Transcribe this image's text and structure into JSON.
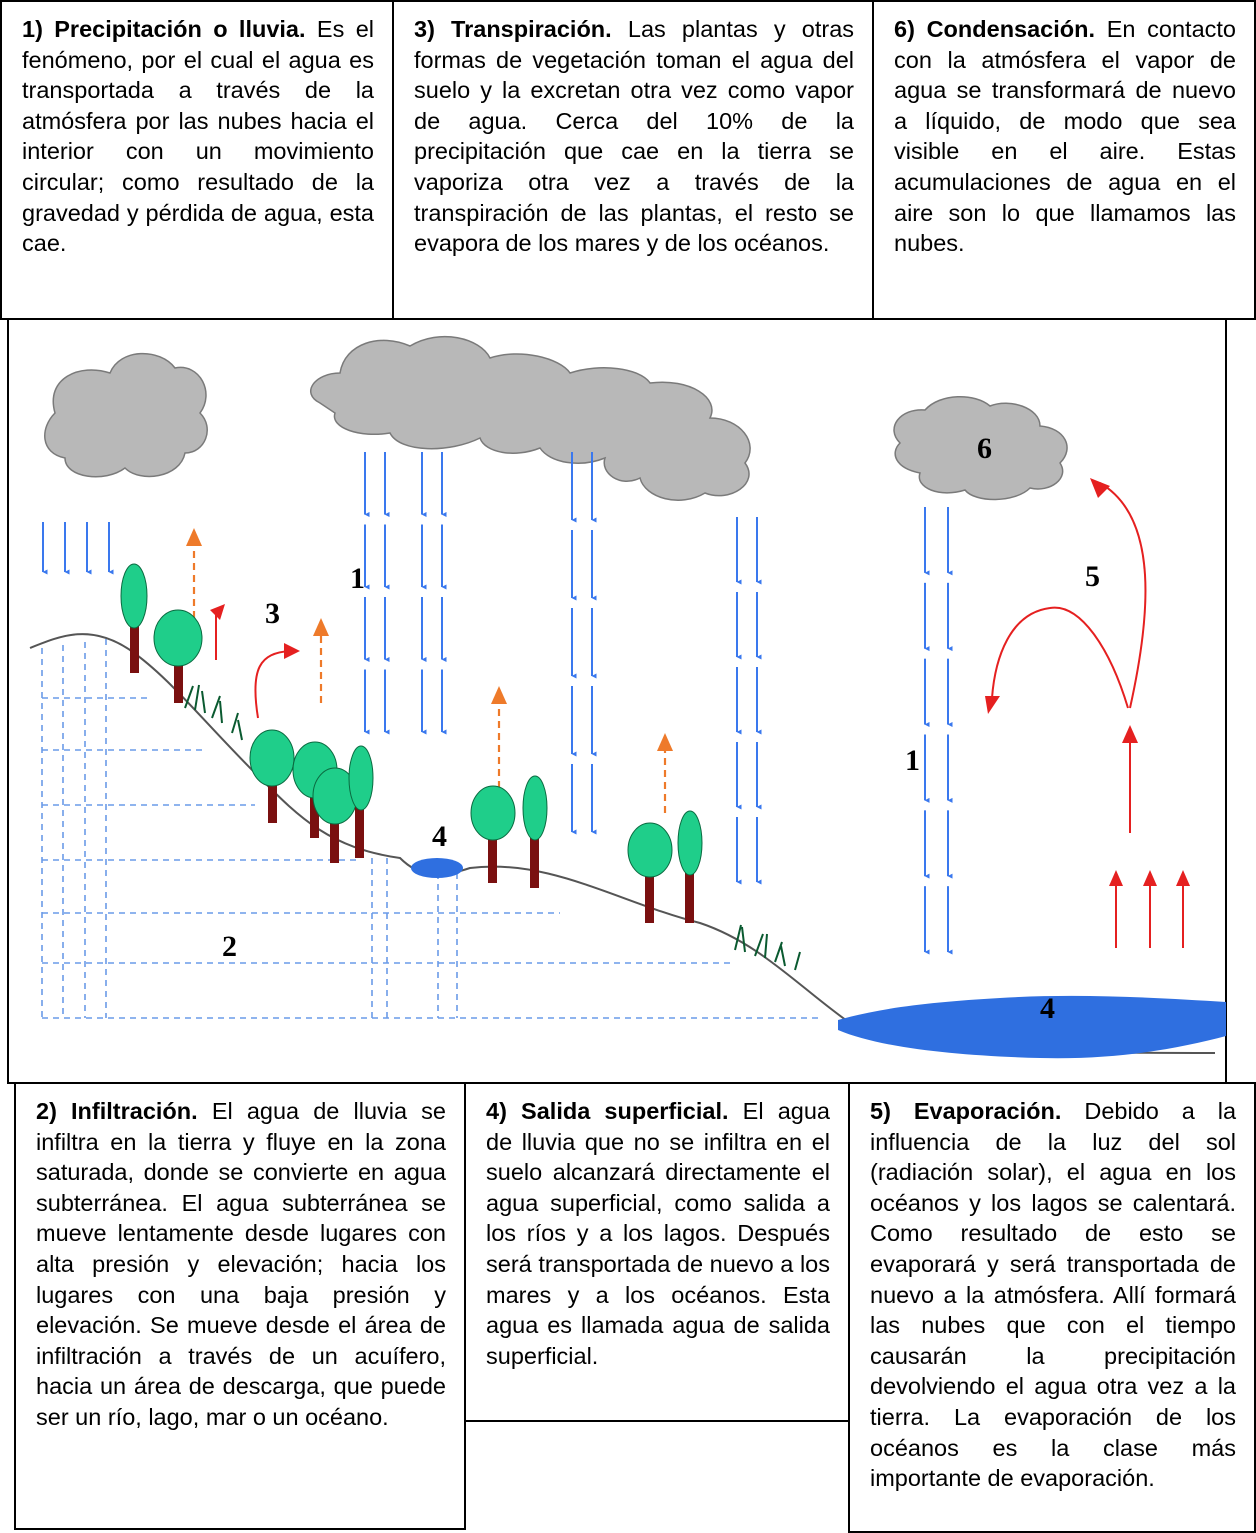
{
  "boxes": {
    "b1": {
      "title": "1) Precipitación o lluvia.",
      "text": "Es el fenómeno, por el cual el agua es transportada a través de la atmósfera por las nubes hacia el interior con un movimiento circular; como resultado de la gravedad y pérdida de agua, esta cae."
    },
    "b3": {
      "title": "3) Transpiración.",
      "text": "Las plantas y otras formas de vegetación toman el agua del suelo y la excretan otra vez como vapor de agua. Cerca del 10% de la precipitación que cae en la tierra se vaporiza otra vez a través de la transpiración de las plantas, el resto se evapora de los mares y de los océanos."
    },
    "b6": {
      "title": "6) Condensación.",
      "text": "En contacto con la atmósfera el vapor de agua se transformará de nuevo a líquido, de modo que sea visible en el aire. Estas acumulaciones de agua en el aire son lo que llamamos las nubes."
    },
    "b2": {
      "title": "2) Infiltración.",
      "text": "El agua de lluvia se infiltra en la tierra y fluye en la zona saturada, donde se convierte en agua subterránea. El agua subterránea se mueve lentamente desde lugares con alta presión y elevación; hacia los lugares con una baja presión y elevación. Se mueve desde el área de infiltración a través de un acuífero, hacia un área de descarga, que puede ser un río, lago, mar o un océano."
    },
    "b4": {
      "title": "4) Salida superficial.",
      "text": "El agua de lluvia que no se infiltra en el suelo alcanzará directamente el agua superficial, como salida a los ríos y a los lagos. Después será transportada de nuevo a los mares y a los océanos. Esta agua es llamada agua de salida superficial."
    },
    "b5": {
      "title": "5) Evaporación.",
      "text": "Debido a la influencia de la luz del sol (radiación solar), el agua en los océanos y los lagos se calentará. Como resultado de esto se evaporará y será transportada de nuevo a la atmósfera. Allí formará las nubes que con el tiempo causarán la precipitación devolviendo el agua otra vez a la tierra. La evaporación de los océanos es la clase más importante de evaporación."
    }
  },
  "diagram": {
    "labels": {
      "one_a": "1",
      "one_b": "1",
      "two": "2",
      "three": "3",
      "four_a": "4",
      "four_b": "4",
      "five": "5",
      "six": "6"
    },
    "colors": {
      "rain": "#3a78ee",
      "evaporation": "#e52020",
      "transpiration": "#ee7a2a",
      "water": "#2f6fe0",
      "groundwater": "#6a9be8",
      "cloud": "#b8b8b8",
      "foliage": "#1fce8a",
      "trunk": "#7a1010"
    }
  }
}
